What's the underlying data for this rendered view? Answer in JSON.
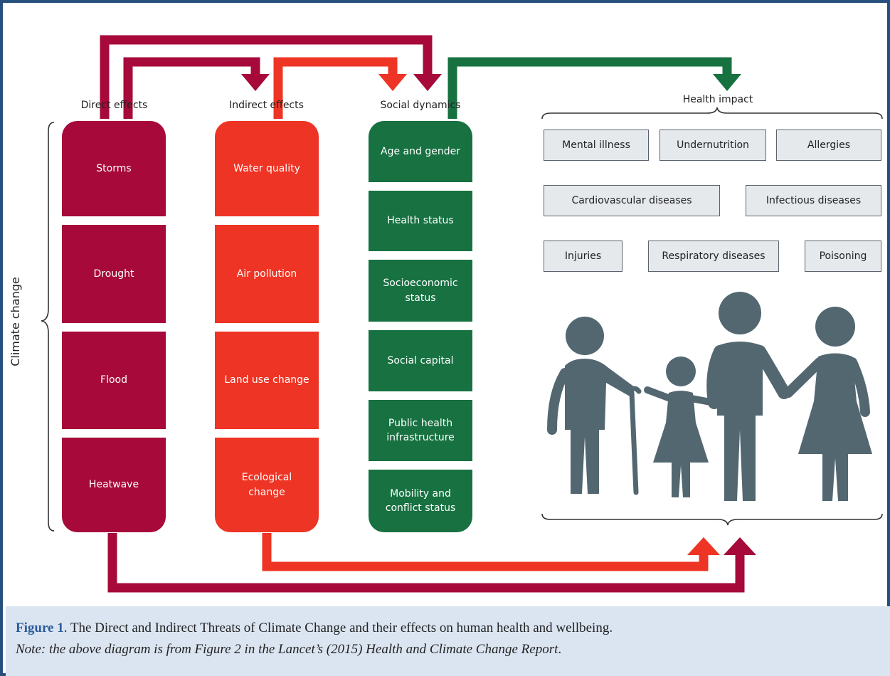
{
  "columns": {
    "direct": {
      "title": "Direct effects",
      "color": "#a6093a",
      "items": [
        "Storms",
        "Drought",
        "Flood",
        "Heatwave"
      ]
    },
    "indirect": {
      "title": "Indirect effects",
      "color": "#ee3424",
      "items": [
        "Water quality",
        "Air pollution",
        "Land use change",
        "Ecological change"
      ]
    },
    "social": {
      "title": "Social dynamics",
      "color": "#177141",
      "items": [
        "Age and gender",
        "Health status",
        "Socioeconomic status",
        "Social capital",
        "Public health infrastructure",
        "Mobility and conflict status"
      ]
    }
  },
  "side_label": "Climate change",
  "health": {
    "title": "Health impact",
    "boxes": [
      "Mental illness",
      "Undernutrition",
      "Allergies",
      "Cardiovascular diseases",
      "Infectious diseases",
      "Injuries",
      "Respiratory diseases",
      "Poisoning"
    ],
    "box_fill": "#e6e9ec",
    "people_color": "#536770"
  },
  "caption": {
    "figure_label": "Figure 1",
    "text": ". The Direct and Indirect Threats of Climate Change and their effects on human health and wellbeing.",
    "note": "Note: the above diagram is from Figure 2 in the Lancet’s (2015) Health and Climate Change Report",
    "note_end": ".",
    "border_color": "#264f7d",
    "background": "#dbe5f1"
  }
}
